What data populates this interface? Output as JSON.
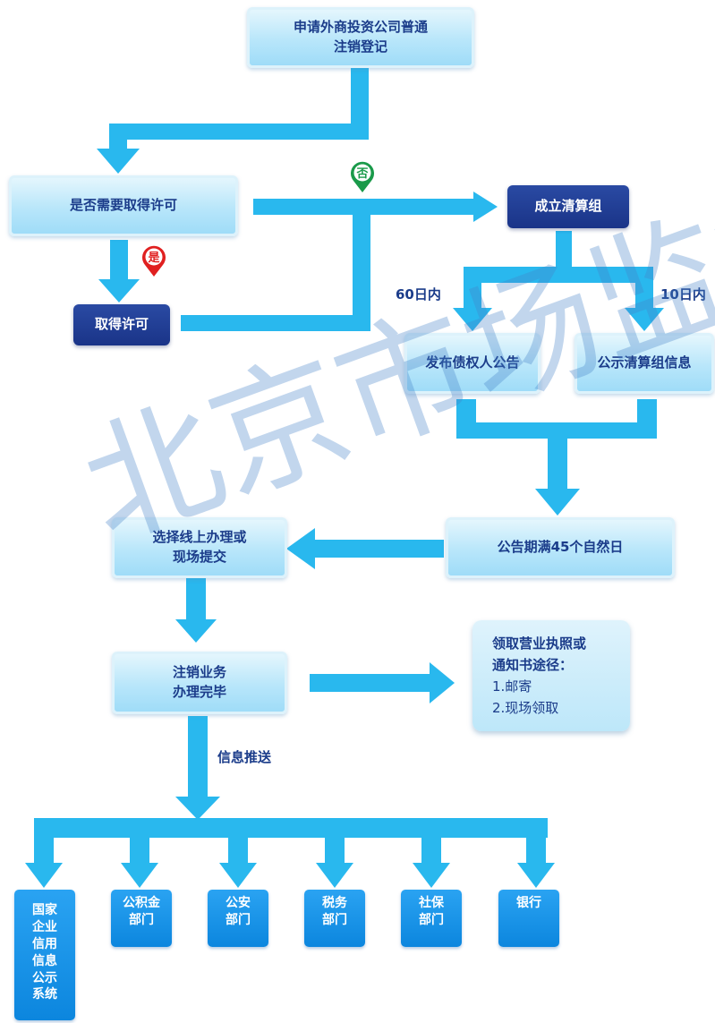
{
  "nodes": {
    "apply": "申请外商投资公司普通\n注销登记",
    "need_permit": "是否需要取得许可",
    "get_permit": "取得许可",
    "liquidation_group": "成立清算组",
    "creditor_notice": "发布债权人公告",
    "publish_group_info": "公示清算组信息",
    "notice_period": "公告期满45个自然日",
    "choose_submit": "选择线上办理或\n现场提交",
    "cancel_done": "注销业务\n办理完毕"
  },
  "decision": {
    "yes": "是",
    "no": "否"
  },
  "edge_labels": {
    "days60": "60日内",
    "days10": "10日内",
    "info_push": "信息推送"
  },
  "license_info": {
    "title": "领取营业执照或\n通知书途径：",
    "methods": [
      "1.邮寄",
      "2.现场领取"
    ]
  },
  "targets": [
    "国家\n企业\n信用\n信息\n公示\n系统",
    "公积金\n部门",
    "公安\n部门",
    "税务\n部门",
    "社保\n部门",
    "银行"
  ],
  "watermark": "北京市场监管",
  "colors": {
    "arrow": "#29b8ee",
    "dark_box": "#1e3a8f",
    "light_text": "#1b3c8a",
    "target_box": "#1490e6",
    "no_pin": "#1a9a4a",
    "yes_pin": "#e02020"
  }
}
